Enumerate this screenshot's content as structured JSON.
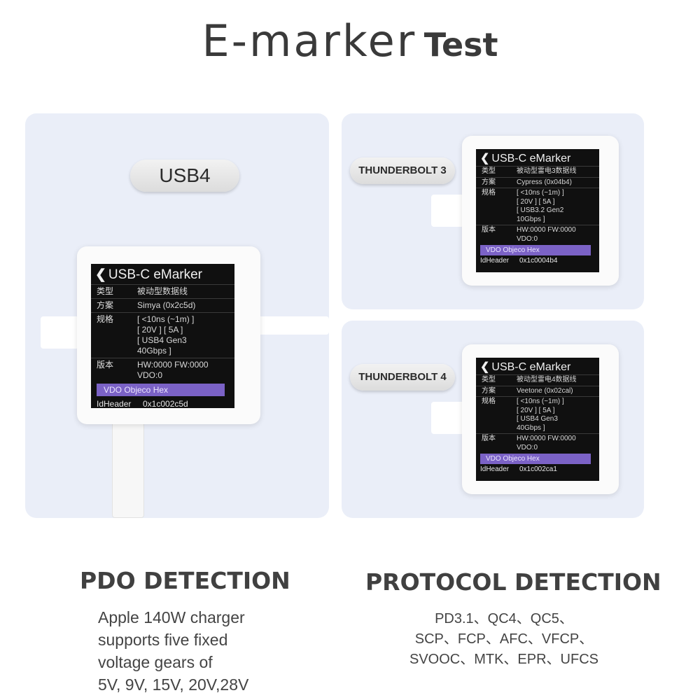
{
  "title": {
    "main": "E-marker",
    "suffix": "Test"
  },
  "labels": {
    "usb4": "USB4",
    "tb3": "THUNDERBOLT 3",
    "tb4": "THUNDERBOLT 4"
  },
  "screens": {
    "usb4": {
      "header": "USB-C eMarker",
      "type_key": "类型",
      "type_val": "被动型数据线",
      "scheme_key": "方案",
      "scheme_val": "Simya (0x2c5d)",
      "spec_key": "规格",
      "spec_lines": [
        "[ <10ns (~1m) ]",
        "[ 20V ] [ 5A ]",
        "[ USB4 Gen3",
        "40Gbps ]"
      ],
      "ver_key": "版本",
      "ver_lines": [
        "HW:0000 FW:0000",
        "VDO:0"
      ],
      "vdo": "VDO Objeco Hex",
      "idh_key": "IdHeader",
      "idh_val": "0x1c002c5d"
    },
    "tb3": {
      "header": "USB-C eMarker",
      "type_key": "类型",
      "type_val": "被动型雷电3数据线",
      "scheme_key": "方案",
      "scheme_val": "Cypress (0x04b4)",
      "spec_key": "规格",
      "spec_lines": [
        "[ <10ns (~1m) ]",
        "[ 20V ] [ 5A ]",
        "[ USB3.2 Gen2",
        "10Gbps ]"
      ],
      "ver_key": "版本",
      "ver_lines": [
        "HW:0000 FW:0000",
        "VDO:0"
      ],
      "vdo": "VDO Objeco Hex",
      "idh_key": "IdHeader",
      "idh_val": "0x1c0004b4"
    },
    "tb4": {
      "header": "USB-C eMarker",
      "type_key": "类型",
      "type_val": "被动型雷电4数据线",
      "scheme_key": "方案",
      "scheme_val": "Veetone (0x02cal)",
      "spec_key": "规格",
      "spec_lines": [
        "[ <10ns (~1m) ]",
        "[ 20V ] [ 5A ]",
        "[ USB4 Gen3",
        "40Gbps ]"
      ],
      "ver_key": "版本",
      "ver_lines": [
        "HW:0000 FW:0000",
        "VDO:0"
      ],
      "vdo": "VDO Objeco Hex",
      "idh_key": "IdHeader",
      "idh_val": "0x1c002ca1"
    }
  },
  "pdo": {
    "heading": "PDO DETECTION",
    "lines": [
      "Apple 140W charger",
      "supports five fixed",
      "voltage gears of",
      "5V, 9V, 15V, 20V,28V"
    ]
  },
  "protocol": {
    "heading": "PROTOCOL DETECTION",
    "lines": [
      "PD3.1、QC4、QC5、",
      "SCP、FCP、AFC、VFCP、",
      "SVOOC、MTK、EPR、UFCS"
    ]
  },
  "colors": {
    "vdo_bar": "#7b62c6",
    "screen_bg": "#101010",
    "panel_bg": "#eaeef8"
  }
}
